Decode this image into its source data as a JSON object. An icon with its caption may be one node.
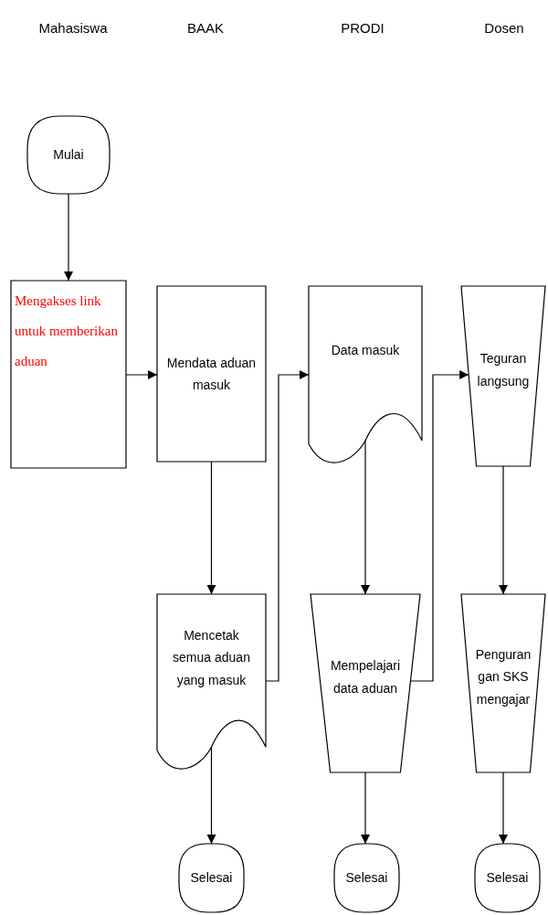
{
  "diagram": {
    "nodes": [
      {
        "text": [
          "Mulai"
        ]
      },
      {
        "text": [
          "Mengakses link untuk memberikan aduan"
        ]
      },
      {
        "text": [
          "Mendata aduan masuk"
        ]
      },
      {
        "text": [
          "Mencetak semua aduan yang masuk"
        ]
      },
      {
        "text": [
          "Selesai"
        ]
      },
      {
        "text": [
          "Data masuk"
        ]
      },
      {
        "text": [
          "Mempelajari data aduan"
        ]
      },
      {
        "text": [
          "Selesai"
        ]
      },
      {
        "text": [
          "Teguran langsung"
        ]
      },
      {
        "text": [
          "Penguran gan SKS mengajar"
        ]
      },
      {
        "text": [
          "Selesai"
        ]
      }
    ],
    "edges": [
      {
        "from": 0,
        "to": 1,
        "arrow": "to"
      },
      {
        "from": 1,
        "to": 2,
        "arrow": "to"
      },
      {
        "from": 2,
        "to": 3,
        "arrow": "to"
      },
      {
        "from": 3,
        "to": 4,
        "arrow": "to"
      },
      {
        "from": 3,
        "to": 5,
        "arrow": "to"
      },
      {
        "from": 5,
        "to": 6,
        "arrow": "to"
      },
      {
        "from": 6,
        "to": 7,
        "arrow": "to"
      },
      {
        "from": 6,
        "to": 8,
        "arrow": "to"
      },
      {
        "from": 8,
        "to": 9,
        "arrow": "to"
      },
      {
        "from": 9,
        "to": 10,
        "arrow": "to"
      }
    ],
    "labels": [
      "Mahasiswa",
      "BAAK",
      "PRODI",
      "Dosen"
    ]
  }
}
